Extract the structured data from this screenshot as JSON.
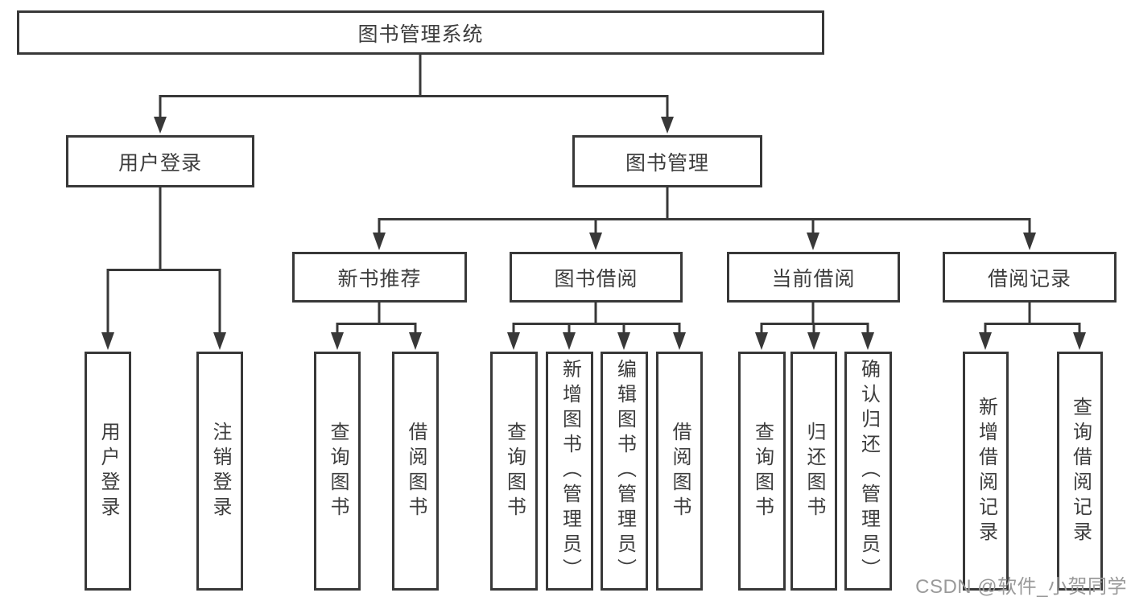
{
  "diagram": {
    "type": "hierarchy-tree",
    "root": {
      "label": "图书管理系统"
    },
    "level2": [
      {
        "label": "用户登录",
        "parent": "图书管理系统"
      },
      {
        "label": "图书管理",
        "parent": "图书管理系统"
      }
    ],
    "level3": [
      {
        "label": "新书推荐",
        "parent": "图书管理"
      },
      {
        "label": "图书借阅",
        "parent": "图书管理"
      },
      {
        "label": "当前借阅",
        "parent": "图书管理"
      },
      {
        "label": "借阅记录",
        "parent": "图书管理"
      }
    ],
    "level4": [
      {
        "label": "用户登录",
        "parent": "用户登录"
      },
      {
        "label": "注销登录",
        "parent": "用户登录"
      },
      {
        "label": "查询图书",
        "parent": "新书推荐"
      },
      {
        "label": "借阅图书",
        "parent": "新书推荐"
      },
      {
        "label": "查询图书",
        "parent": "图书借阅"
      },
      {
        "label": "新增图书（管理员）",
        "parent": "图书借阅"
      },
      {
        "label": "编辑图书（管理员）",
        "parent": "图书借阅"
      },
      {
        "label": "借阅图书",
        "parent": "图书借阅"
      },
      {
        "label": "查询图书",
        "parent": "当前借阅"
      },
      {
        "label": "归还图书",
        "parent": "当前借阅"
      },
      {
        "label": "确认归还（管理员）",
        "parent": "当前借阅"
      },
      {
        "label": "新增借阅记录",
        "parent": "借阅记录"
      },
      {
        "label": "查询借阅记录",
        "parent": "借阅记录"
      }
    ],
    "colors": {
      "line": "#383838",
      "text": "#3d3d3d",
      "background": "#ffffff",
      "watermark": "#9a9a9a"
    }
  },
  "watermark": {
    "text": "CSDN @软件_小贺同学"
  }
}
